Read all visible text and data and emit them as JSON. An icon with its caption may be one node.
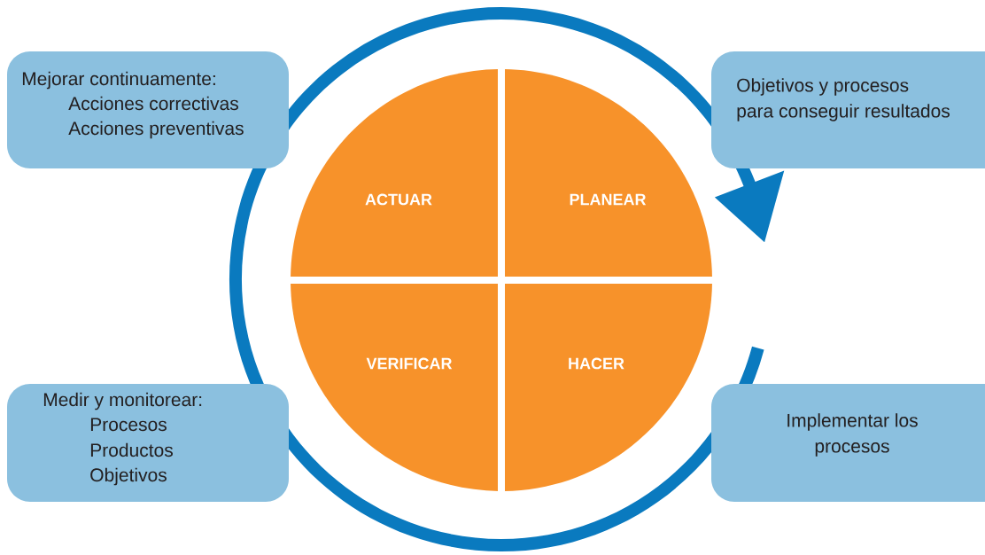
{
  "diagram": {
    "nodes": [
      {
        "text": [
          "Mejorar continuamente:",
          "Acciones correctivas",
          "Acciones preventivas"
        ]
      },
      {
        "text": [
          "Objetivos y procesos para conseguir resultados"
        ]
      },
      {
        "text": [
          "ACTUAR"
        ]
      },
      {
        "text": [
          "PLANEAR"
        ]
      },
      {
        "text": [
          "VERIFICAR"
        ]
      },
      {
        "text": [
          "HACER"
        ]
      },
      {
        "text": [
          "Medir y monitorear:",
          "Procesos",
          "Productos",
          "Objetivos"
        ]
      },
      {
        "text": [
          "Implementar los procesos"
        ]
      }
    ]
  }
}
